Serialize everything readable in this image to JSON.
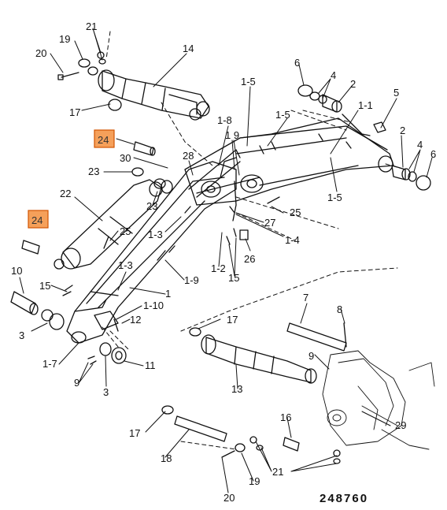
{
  "diagram": {
    "drawing_number": "248760",
    "colors": {
      "line": "#111111",
      "highlight_fill": "#f5a05a",
      "highlight_stroke": "#d35400",
      "background": "#ffffff"
    },
    "callouts": {
      "c20a": "20",
      "c19a": "19",
      "c21a": "21",
      "c14": "14",
      "c17a": "17",
      "c6a": "6",
      "c4a": "4",
      "c2a": "2",
      "c1_5a": "1-5",
      "c1_5b": "1-5",
      "c1_1": "1-1",
      "c5": "5",
      "c1_8": "1-8",
      "c1_9": "1 9",
      "c2b": "2",
      "c4b": "4",
      "c6b": "6",
      "c1_5c": "1-5",
      "c24a": "24",
      "c30": "30",
      "c28": "28",
      "c23a": "23",
      "c22": "22",
      "c23b": "23",
      "c25a": "25",
      "c27": "27",
      "c1_3a": "1-3",
      "c1_4": "1-4",
      "c24b": "24",
      "c25b": "25",
      "c26": "26",
      "c1_2": "1-2",
      "c15a": "15",
      "c10": "10",
      "c15b": "15",
      "c1_3b": "1-3",
      "c1_9b": "1-9",
      "c1": "1",
      "c1_10": "1-10",
      "c3a": "3",
      "c12": "12",
      "c1_7": "1-7",
      "c9a": "9",
      "c3b": "3",
      "c11": "11",
      "c17b": "17",
      "c7": "7",
      "c8": "8",
      "c9b": "9",
      "c13": "13",
      "c16": "16",
      "c29": "29",
      "c17c": "17",
      "c18": "18",
      "c21b": "21",
      "c19b": "19",
      "c20b": "20"
    }
  }
}
